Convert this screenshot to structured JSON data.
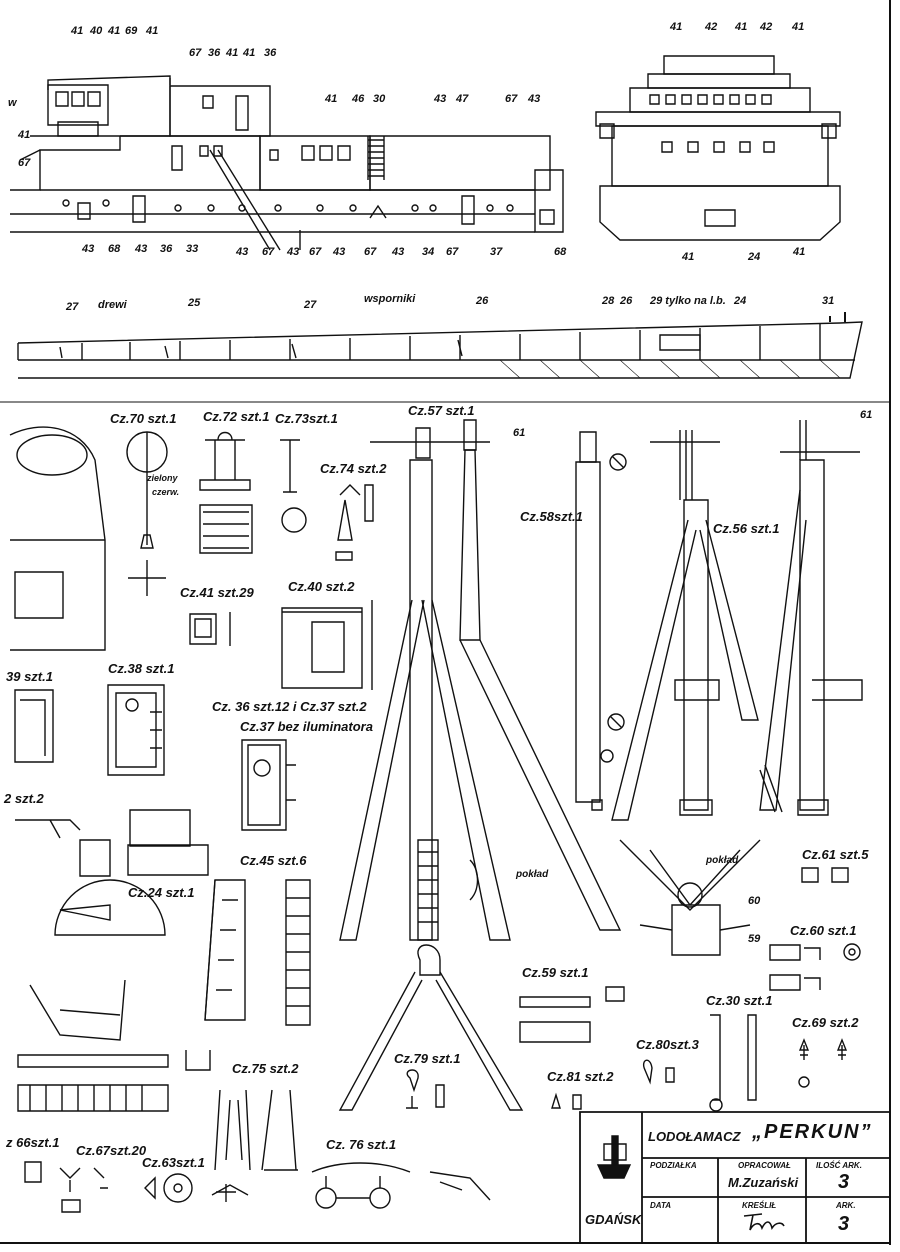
{
  "profile_view": {
    "numbers_top": [
      "41",
      "40",
      "41",
      "69",
      "41",
      "67",
      "36",
      "41",
      "41",
      "36",
      "41",
      "46",
      "30",
      "43",
      "47",
      "67",
      "43",
      "41",
      "67"
    ],
    "numbers_bottom": [
      "43",
      "68",
      "43",
      "36",
      "33",
      "43",
      "67",
      "43",
      "67",
      "43",
      "67",
      "43",
      "34",
      "67",
      "37",
      "68"
    ],
    "letter_w": "w"
  },
  "front_view": {
    "numbers_top": [
      "41",
      "42",
      "41",
      "42",
      "41"
    ],
    "numbers_bottom": [
      "41",
      "24",
      "41"
    ]
  },
  "deck_view": {
    "labels": [
      "27",
      "drewi",
      "25",
      "27",
      "wsporniki",
      "26",
      "28",
      "26",
      "29 tylko na l.b.",
      "24",
      "31"
    ]
  },
  "parts": {
    "cz70": "Cz.70 szt.1",
    "zielony": "zielony",
    "czerw": "czerw.",
    "cz72": "Cz.72 szt.1",
    "cz73": "Cz.73szt.1",
    "cz74": "Cz.74 szt.2",
    "cz57": "Cz.57 szt.1",
    "n61a": "61",
    "cz58": "Cz.58szt.1",
    "cz56": "Cz.56 szt.1",
    "n61b": "61",
    "cz41": "Cz.41 szt.29",
    "cz40": "Cz.40 szt.2",
    "cz39": "39 szt.1",
    "cz38": "Cz.38 szt.1",
    "cz36": "Cz. 36 szt.12  i Cz.37 szt.2",
    "cz37b": "Cz.37 bez iluminatora",
    "cz42": "2 szt.2",
    "cz24": "Cz.24 szt.1",
    "cz45": "Cz.45 szt.6",
    "poklad1": "pokład",
    "poklad2": "pokład",
    "n60": "60",
    "n59": "59",
    "cz61": "Cz.61 szt.5",
    "cz60": "Cz.60 szt.1",
    "cz59": "Cz.59 szt.1",
    "cz30": "Cz.30 szt.1",
    "cz69": "Cz.69 szt.2",
    "cz80": "Cz.80szt.3",
    "cz81": "Cz.81 szt.2",
    "cz79": "Cz.79 szt.1",
    "cz75": "Cz.75 szt.2",
    "cz66": "z 66szt.1",
    "cz67": "Cz.67szt.20",
    "cz63": "Cz.63szt.1",
    "cz76": "Cz. 76 szt.1"
  },
  "title_block": {
    "vessel_type": "LODOŁAMACZ",
    "vessel_name": "„PERKUN”",
    "city": "GDAŃSK",
    "podzialka_label": "PODZIAŁKA",
    "data_label": "DATA",
    "opracowal_label": "OPRACOWAŁ",
    "author": "M.Zuzański",
    "kreslil_label": "KREŚLIŁ",
    "ilosc_label": "ILOŚĆ ARK.",
    "ilosc_value": "3",
    "ark_label": "ARK.",
    "ark_value": "3"
  }
}
